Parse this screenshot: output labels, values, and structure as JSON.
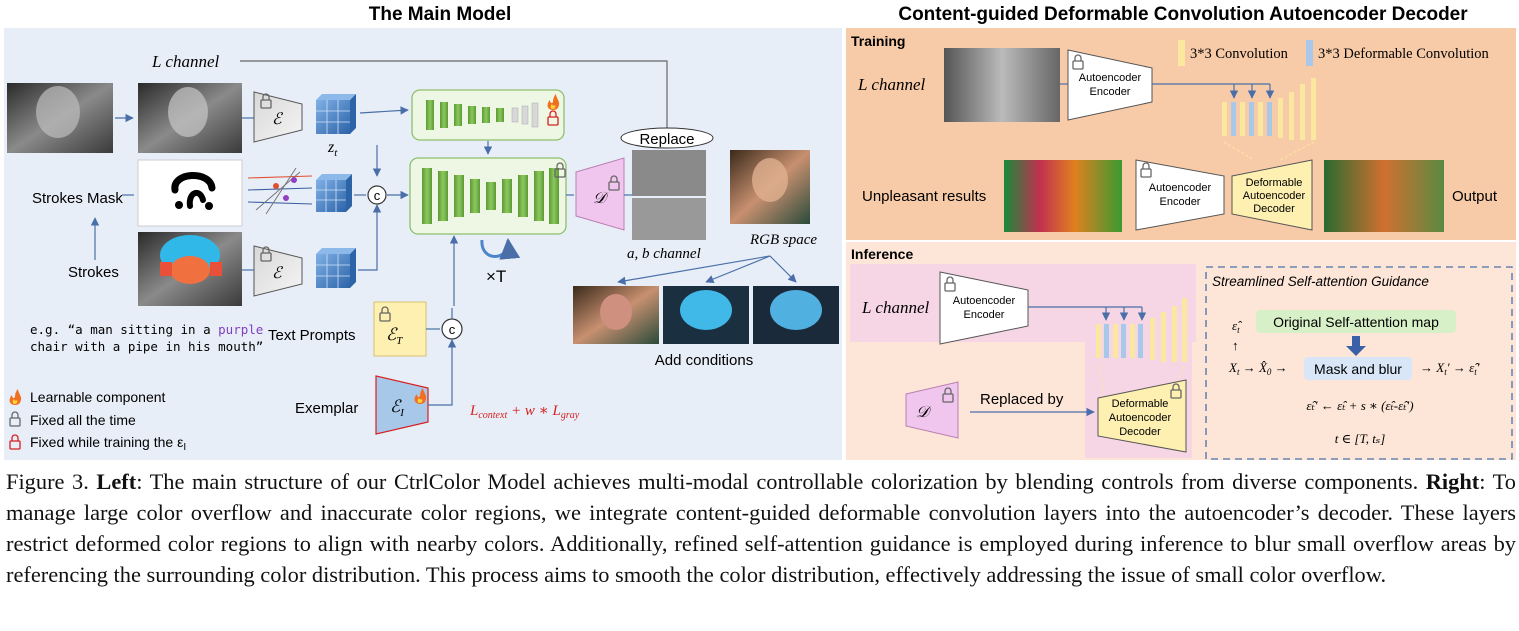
{
  "left": {
    "title": "The Main Model",
    "l_channel": "L channel",
    "strokes_mask": "Strokes Mask",
    "strokes": "Strokes",
    "z_t": "z",
    "z_t_sub": "t",
    "enc": "ℰ",
    "enc_text": "ℰ",
    "enc_text_sub": "T",
    "enc_img": "ℰ",
    "enc_img_sub": "I",
    "concat": "c",
    "decoder": "𝒟",
    "replace": "Replace",
    "ab_channel": "a, b channel",
    "rgb_space": "RGB space",
    "times_t": "×T",
    "text_prompts": "Text Prompts",
    "exemplar": "Exemplar",
    "add_conditions": "Add conditions",
    "prompt_l1a": "e.g. “a man sitting in a ",
    "prompt_purple": "purple",
    "prompt_l2": "chair with a pipe in his mouth”",
    "loss": "L",
    "loss_sub1": "context",
    "loss_mid": " + w ∗ L",
    "loss_sub2": "gray",
    "legend": [
      {
        "icon": "fire",
        "label": "Learnable component"
      },
      {
        "icon": "lock",
        "label": "Fixed all the time"
      },
      {
        "icon": "lock-red",
        "label": "Fixed while training the ε"
      }
    ],
    "legend_sub": "I"
  },
  "right": {
    "title": "Content-guided Deformable Convolution Autoencoder Decoder",
    "training": "Training",
    "inference": "Inference",
    "l_channel": "L channel",
    "unpleasant": "Unpleasant results",
    "output": "Output",
    "conv_legend": "3*3 Convolution",
    "deform_legend": "3*3 Deformable Convolution",
    "ae_encoder": [
      "Autoencoder",
      "Encoder"
    ],
    "deform_decoder": [
      "Deformable",
      "Autoencoder",
      "Decoder"
    ],
    "replaced_by": "Replaced by",
    "decoder": "𝒟",
    "ssa_title": "Streamlined Self-attention Guidance",
    "ssa_map": "Original Self-attention map",
    "ssa_mask": "Mask and blur",
    "eps_t": "ε̂",
    "eps_t_sub": "t",
    "up_arrow": "↑",
    "chain_a": "X",
    "chain_a_sub": "t",
    "chain_b": " → X̂",
    "chain_b_sub": "0",
    "chain_c": " →",
    "chain_d": "→ X",
    "chain_d_sub": "t",
    "chain_e": "′ → ε̂",
    "chain_e_sub": "t",
    "chain_f": "′",
    "update": "ε̂ₜ′ ← ε̂ₜ + s ∗ (ε̂ₜ-ε̂ₜ′)",
    "range": "t ∈ [T, tₛ]"
  },
  "caption": {
    "fig": "Figure 3. ",
    "left_bold": "Left",
    "left_text": ": The main structure of our CtrlColor Model achieves multi-modal controllable colorization by blending controls from diverse components. ",
    "right_bold": "Right",
    "right_text": ": To manage large color overflow and inaccurate color regions, we integrate content-guided deformable convolution layers into the autoencoder’s decoder. These layers restrict deformed color regions to align with nearby colors. Additionally, refined self-attention guidance is employed during inference to blur small overflow areas by referencing the surrounding color distribution. This process aims to smooth the color distribution, effectively addressing the issue of small color overflow."
  },
  "colors": {
    "left_bg": "#e8eef8",
    "training_bg": "#f8cba8",
    "inference_bg": "#fde6d8",
    "unet_green": "#78b84c",
    "encoder_gray": "#d9d9d9",
    "latent_blue": "#4a86c8",
    "text_enc_yellow": "#fdf0b0",
    "img_enc_blue": "#a8c8ea",
    "decoder_pink": "#f0c6ee",
    "loss_red": "#d62020",
    "purple_text": "#8040c0",
    "conv_yellow": "#fbe8a0",
    "deform_blue": "#a8c8ea"
  }
}
